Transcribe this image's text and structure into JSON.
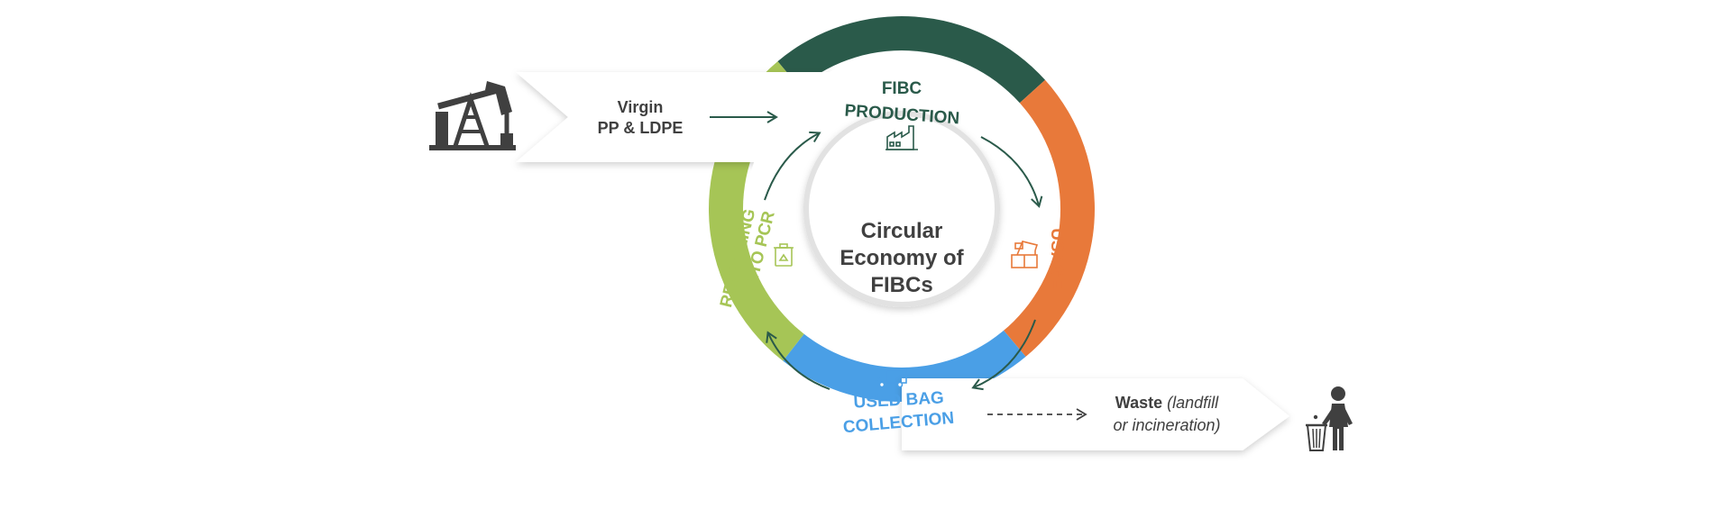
{
  "colors": {
    "production": "#2a5a4a",
    "usage": "#e8793a",
    "collection": "#4a9fe6",
    "recycling": "#a6c556",
    "arrow": "#2a5a4a",
    "text_dark": "#404040",
    "banner": "#ffffff"
  },
  "input": {
    "line1": "Virgin",
    "line2": "PP & LDPE",
    "icon": "oil-pump-icon"
  },
  "center": {
    "line1": "Circular",
    "line2": "Economy of",
    "line3": "FIBCs"
  },
  "stages": {
    "production": {
      "line1": "FIBC",
      "line2": "PRODUCTION",
      "icon": "factory-icon"
    },
    "usage": {
      "label": "USAGE",
      "icon": "crane-icon"
    },
    "collection": {
      "line1": "USED BAG",
      "line2": "COLLECTION",
      "icon": "truck-icon"
    },
    "recycling": {
      "line1": "RECYCLING",
      "line2": "INTO PCR",
      "icon": "recycle-bin-icon"
    }
  },
  "waste": {
    "bold": "Waste",
    "italic1": "(landfill",
    "italic2": "or incineration)",
    "icon": "person-trash-icon"
  }
}
